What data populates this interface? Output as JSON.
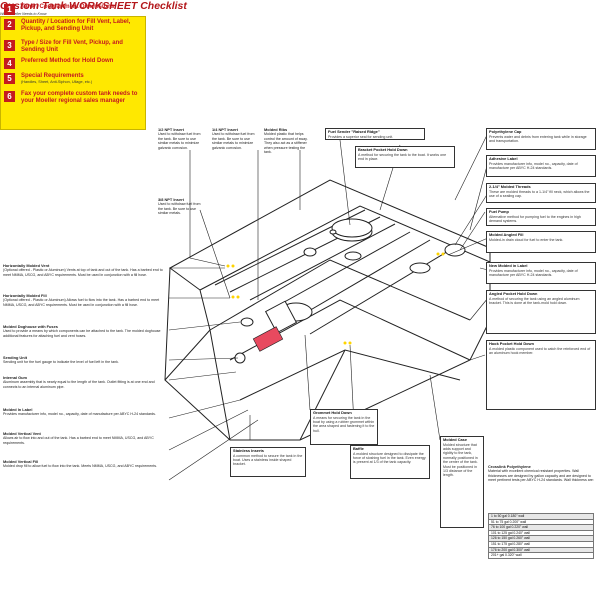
{
  "header": {
    "title": "Custom Tank WORKSHEET Checklist",
    "subtitle": "What Moeller Needs to Know"
  },
  "checklist": [
    {
      "num": "1",
      "label": "Tank / Compartment Dimensions",
      "sub": ""
    },
    {
      "num": "2",
      "label": "Quantity / Location for Fill Vent, Label, Pickup, and Sending Unit",
      "sub": ""
    },
    {
      "num": "3",
      "label": "Type / Size for Fill Vent, Pickup, and Sending Unit",
      "sub": ""
    },
    {
      "num": "4",
      "label": "Preferred Method for Hold Down",
      "sub": ""
    },
    {
      "num": "5",
      "label": "Special Requirements",
      "sub": "(Handles, Sheet, Anti-Siphon, Ullage, etc.)"
    },
    {
      "num": "6",
      "label": "Fax your complete custom tank needs to your Moeller regional sales manager",
      "sub": ""
    }
  ],
  "left_labels": [
    {
      "head": "Horizontally Molded Vent",
      "body": "(Optional offered - Plastic or Aluminum) Vents at top of tank and out of the tank. Has a barbed end to meet NMMA, USCG, and ABYC requirements. Must be used in conjunction with a fill hose."
    },
    {
      "head": "Horizontally Molded Fill",
      "body": "(Optional offered - Plastic or Aluminum) Allows fuel to flow into the tank. Has a barbed end to meet NMMA, USCG, and ABYC requirements. Must be used in conjunction with a fill hose."
    },
    {
      "head": "Molded Doghouse with Fuses",
      "body": "Used to provide a means by which components can be attached to the tank. The molded doghouse additional features for attaching fuel and vent hoses."
    },
    {
      "head": "Sending Unit",
      "body": "Sending unit for the fuel gauge to indicate the level of fuel left in the tank."
    },
    {
      "head": "Internal Gum",
      "body": "Aluminum assembly that is nearly equal to the length of the tank. Outlet fitting is at one end and connects to an internal aluminum pipe."
    },
    {
      "head": "Molded In Label",
      "body": "Provides manufacturer info, model no., capacity, date of manufacture per ABYC H-24 standards."
    },
    {
      "head": "Molded Vertical Vent",
      "body": "Allows air to flow into and out of the tank. Has a barbed end to meet NMMA, USCG, and ABYC requirements."
    },
    {
      "head": "Molded Vertical Fill",
      "body": "Molded drop fill to allow fuel to flow into the tank. Meets NMMA, USCG, and ABYC requirements."
    }
  ],
  "top_labels": [
    {
      "head": "1/2 NPT Insert",
      "body": "Used to withdraw fuel from the tank. Be sure to use similar metals to minimize galvanic corrosion."
    },
    {
      "head": "1/4 NPT Insert",
      "body": "Used to withdraw fuel from the tank. Be sure to use similar metals to minimize galvanic corrosion."
    },
    {
      "head": "3/8 NPT Insert",
      "body": "Used to withdraw fuel from the tank. Be sure to use similar metals."
    },
    {
      "head": "Molded Ribs",
      "body": "Molded plastic that helps control the amount of sway. They also act as a stiffener when pressure testing the tank."
    },
    {
      "head": "Fuel Sender \"Raised Ridge\"",
      "body": "Provides a superior seal for sending unit."
    },
    {
      "head": "Bracket Pocket Hold Down",
      "body": "A method for securing the tank to the boat. It works one end in place."
    }
  ],
  "right_labels": [
    {
      "head": "Polyethylene Cap",
      "body": "Prevents water and debris from entering tank while in storage and transportation."
    },
    {
      "head": "Adhesive Label",
      "body": "Provides manufacturer info, model no., capacity, date of manufacture per ABYC H-24 standards."
    },
    {
      "head": "2-1/4\" Molded Threads",
      "body": "These are molded threads to a 1-1/4\" fill neck, which allows the use of a sealing cap."
    },
    {
      "head": "Fuel Pump",
      "body": "Alternative method for pumping fuel to the engines in high demand systems."
    },
    {
      "head": "Molded Angled Fill",
      "body": "Molded-in drain cloud for fuel to enter the tank."
    },
    {
      "head": "New Molded in Label",
      "body": "Provides manufacturer info, model no., capacity, date of manufacture per ABYC H-24 standards."
    },
    {
      "head": "Angled Pocket Hold Down",
      "body": "A method of securing the tank using an angled aluminum bracket. This is done at the tank-mold hold down."
    },
    {
      "head": "Hook Pocket Hold Down",
      "body": "A molded plastic component used to catch the reinforced end of an aluminum hook member."
    }
  ],
  "bottom_labels": [
    {
      "head": "Grommet Hold Down",
      "body": "A means for securing the tank in the boat by using a rubber grommet within the area shaped and fastening it to the hull."
    },
    {
      "head": "Stainless Inserts",
      "body": "A common method to secure the tank in the boat. Uses a stainless inside shaped bracket."
    },
    {
      "head": "Baffle",
      "body": "A molded structure designed to dissipate the force of sloshing fuel in the tank. Even energy is present at 1/3 of the tank capacity."
    },
    {
      "head": "Molded Case",
      "body": "Molded structure that adds support and rigidity to the tank, normally positioned in the center of the tank. Must be positioned in 1/3 distance of the length."
    }
  ],
  "crosslink": {
    "head": "Crosslink Polyethylene",
    "body": "Material with excellent chemical resistant properties. Wall thicknesses are designed by gallon capacity and are designed to meet pertinent tests per ABYC H-24 standards. Wall thickness are:",
    "rows": [
      "1 to 50 gal  0.180\" wall",
      "51 to 75 gal  0.200\" wall",
      "76 to 100 gal  0.220\" wall",
      "101 to 125 gal  0.240\" wall",
      "126 to 150 gal  0.260\" wall",
      "151 to 175 gal  0.280\" wall",
      "176 to 200 gal  0.300\" wall",
      "201+ gal  0.320\" wall"
    ]
  },
  "colors": {
    "checklist_bg": "#ffe800",
    "accent_red": "#c41a1f",
    "title_red": "#b3171b"
  }
}
